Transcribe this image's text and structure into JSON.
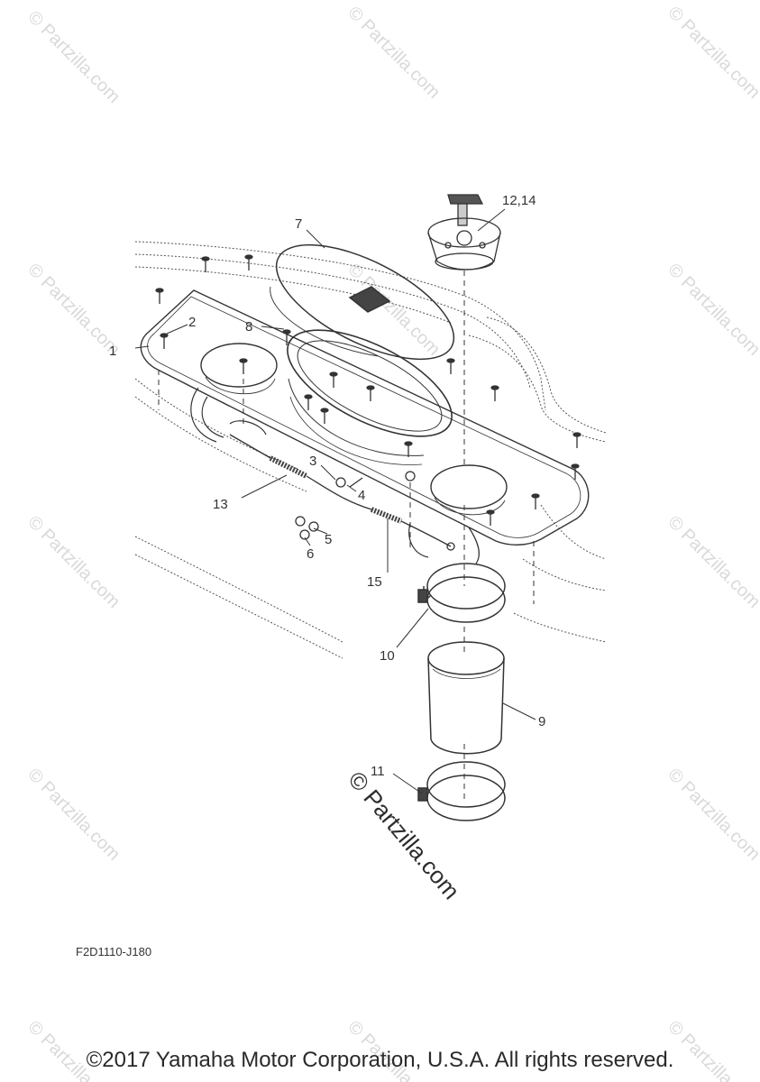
{
  "diagram": {
    "part_labels": {
      "p1": "1",
      "p2": "2",
      "p3": "3",
      "p4": "4",
      "p5": "5",
      "p6": "6",
      "p7": "7",
      "p8": "8",
      "p9": "9",
      "p10": "10",
      "p11": "11",
      "p12_14": "12,14",
      "p13": "13",
      "p15": "15"
    },
    "figure_code": "F2D1110-J180",
    "watermark_text": "© Partzilla.com",
    "center_watermark": "© Partzilla.com"
  },
  "footer": {
    "copyright": "©2017 Yamaha Motor Corporation, U.S.A. All rights reserved."
  }
}
